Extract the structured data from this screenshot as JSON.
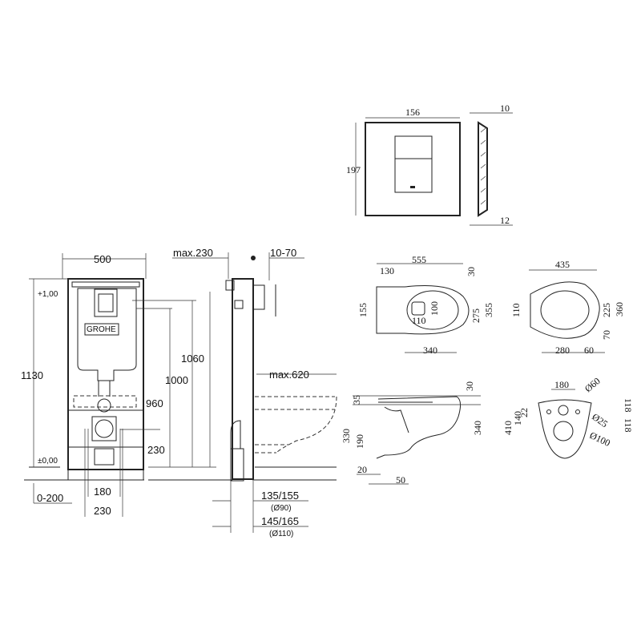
{
  "frame_front": {
    "width": "500",
    "height": "1130",
    "level_top": "+1,00",
    "level_zero": "±0,00",
    "h960": "960",
    "h1000": "1000",
    "h1060": "1060",
    "h230": "230",
    "offset": "0-200",
    "w180": "180",
    "w230": "230",
    "brand": "GROHE"
  },
  "frame_side": {
    "max230": "max.230",
    "d10_70": "10-70",
    "max620": "max.620",
    "d135_155": "135/155",
    "d90": "(Ø90)",
    "d145_165": "145/165",
    "d110": "(Ø110)"
  },
  "flush_plate": {
    "width": "156",
    "height": "197",
    "depth_top": "10",
    "depth_bottom": "12"
  },
  "bowl_top": {
    "length": "555",
    "d130": "130",
    "d30": "30",
    "d155": "155",
    "d100": "100",
    "d110": "110",
    "d275": "275",
    "d355": "355",
    "d340": "340"
  },
  "seat_top": {
    "width": "435",
    "d110": "110",
    "d225": "225",
    "d360": "360",
    "d70": "70",
    "d280": "280",
    "d60": "60"
  },
  "bowl_side": {
    "d30": "30",
    "d35": "35",
    "d340": "340",
    "d330": "330",
    "d190": "190",
    "d20": "20",
    "d50": "50"
  },
  "bowl_back": {
    "d180": "180",
    "d60": "Ø60",
    "d410": "410",
    "d140": "140",
    "d22": "22",
    "d118a": "118",
    "d118b": "118",
    "d25": "Ø25",
    "d100": "Ø100"
  }
}
